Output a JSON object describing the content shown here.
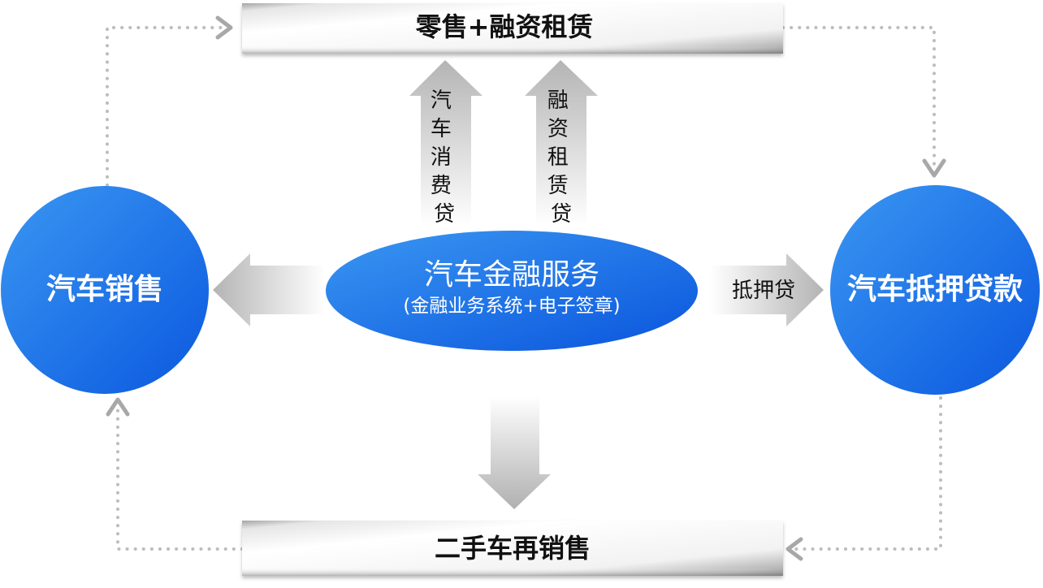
{
  "top_bar": {
    "label": "零售+融资租赁"
  },
  "bottom_bar": {
    "label": "二手车再销售"
  },
  "left_node": {
    "label": "汽车销售"
  },
  "right_node": {
    "label": "汽车抵押贷款"
  },
  "center_node": {
    "title": "汽车金融服务",
    "subtitle": "(金融业务系统+电子签章)"
  },
  "arrows": {
    "up_left": [
      "汽",
      "车",
      "消",
      "费",
      "贷"
    ],
    "up_right": [
      "融",
      "资",
      "租",
      "赁",
      "贷"
    ],
    "right": "抵押贷"
  },
  "colors": {
    "node_blue_light": "#2f8ef0",
    "node_blue_dark": "#0e5fe0",
    "bar_gray": "#9a9a9a",
    "arrow_gray": "#c8c8c8",
    "dotted": "#bdbdbd"
  }
}
